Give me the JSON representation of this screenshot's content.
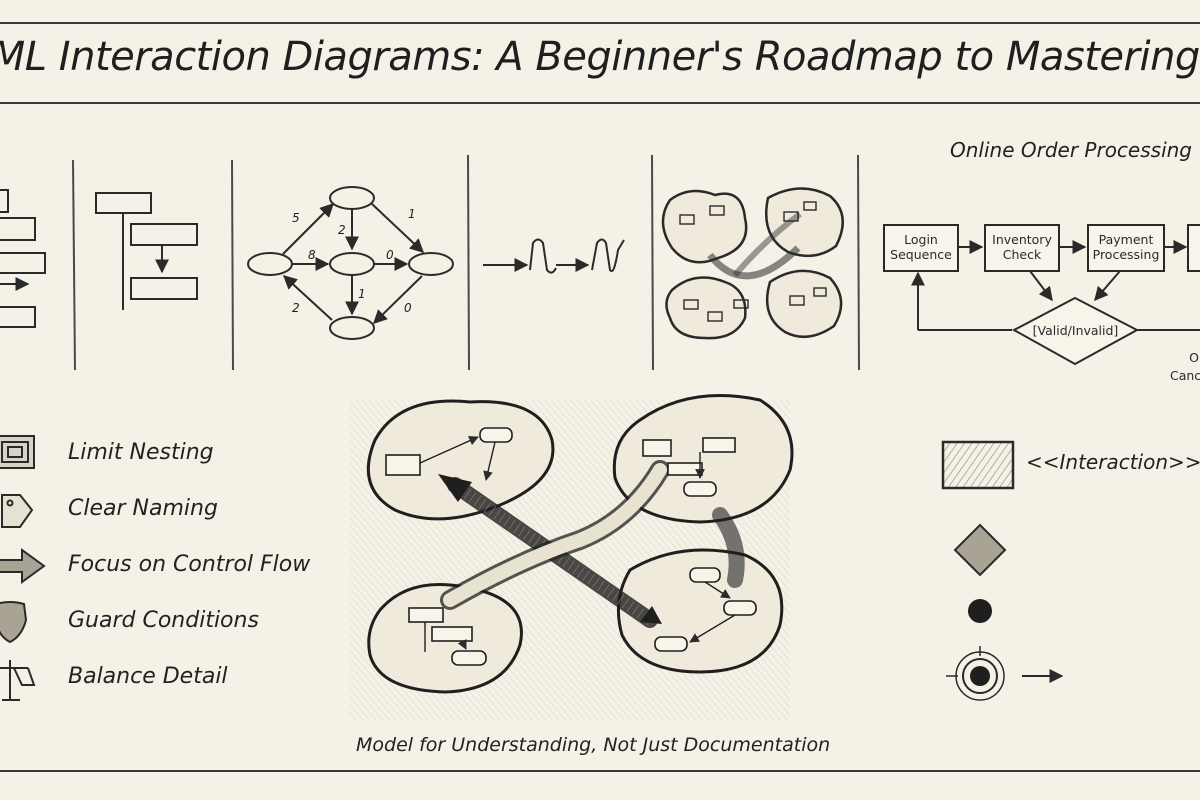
{
  "title": "UML Interaction Diagrams: A Beginner's Roadmap to Mastering Object Communication",
  "flow": {
    "heading": "Online Order Processing",
    "steps": [
      {
        "line1": "Login",
        "line2": "Sequence"
      },
      {
        "line1": "Inventory",
        "line2": "Check"
      },
      {
        "line1": "Payment",
        "line2": "Processing"
      }
    ],
    "decision": "[Valid/Invalid]",
    "outcome_line1": "O",
    "outcome_line2": "Canc"
  },
  "network_labels": {
    "e1": "5",
    "e2": "2",
    "e3": "1",
    "e4": "8",
    "e5": "0",
    "e6": "1",
    "e7": "2",
    "e8": "0"
  },
  "tips": [
    {
      "label": "Limit Nesting",
      "icon": "nested-frame-icon"
    },
    {
      "label": "Clear Naming",
      "icon": "tag-icon"
    },
    {
      "label": "Focus on Control Flow",
      "icon": "arrow-icon"
    },
    {
      "label": "Guard Conditions",
      "icon": "shield-icon"
    },
    {
      "label": "Balance Detail",
      "icon": "scales-icon"
    }
  ],
  "caption": "Model for Understanding, Not Just Documentation",
  "legend": {
    "interaction": "<<Interaction>>",
    "symbols": [
      "interaction-frame-icon",
      "decision-diamond-icon",
      "initial-node-icon",
      "final-node-icon"
    ]
  }
}
